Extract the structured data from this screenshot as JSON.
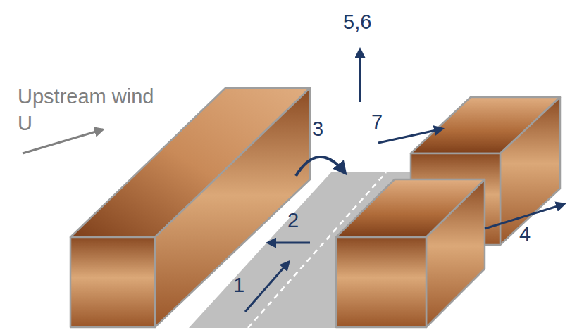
{
  "diagram": {
    "labels": [
      "5,6",
      "Upstream wind",
      "U",
      "3",
      "7",
      "2",
      "4",
      "1"
    ]
  }
}
